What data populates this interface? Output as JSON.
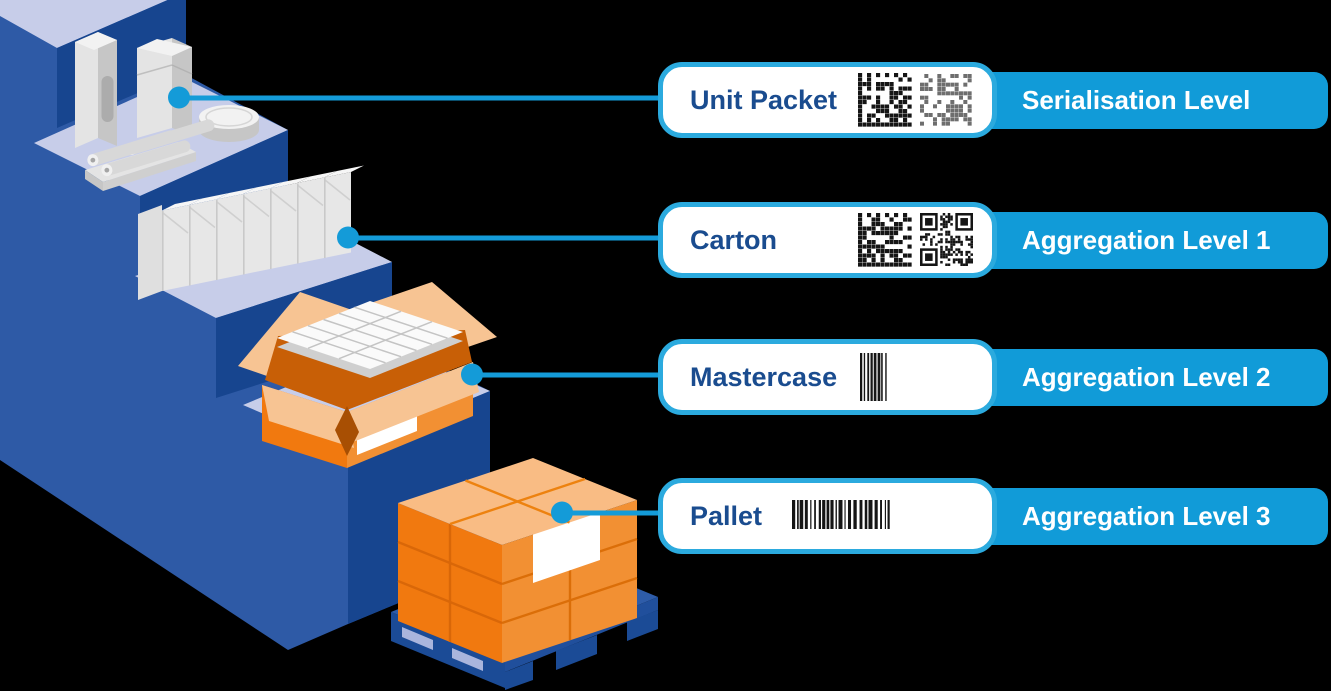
{
  "colors": {
    "background": "#000000",
    "accent": "#149bd8",
    "ribbon_bg": "#119bd8",
    "ribbon_text": "#ffffff",
    "card_bg": "#ffffff",
    "card_border": "#2baade",
    "label_text": "#1a4c8f",
    "face_light": "#2e5aa6",
    "face_dark": "#17458f",
    "platform": "#c7cde9",
    "orange_front": "#f1790f",
    "orange_side": "#f29033",
    "orange_top": "#f9bc84",
    "flap": "#f7c493",
    "pallet_blue": "#1b4b96"
  },
  "rows": [
    {
      "label": "Unit Packet",
      "ribbon": "Serialisation Level",
      "codes": [
        {
          "icon": "datamatrix-icon",
          "variant": "dark"
        },
        {
          "icon": "datamatrix-icon",
          "variant": "light"
        }
      ]
    },
    {
      "label": "Carton",
      "ribbon": "Aggregation Level 1",
      "codes": [
        {
          "icon": "datamatrix-icon",
          "variant": "dark"
        },
        {
          "icon": "qr-code-icon",
          "variant": "dark"
        }
      ]
    },
    {
      "label": "Mastercase",
      "ribbon": "Aggregation Level 2",
      "codes": [
        {
          "icon": "barcode-icon",
          "variant": "narrow"
        }
      ]
    },
    {
      "label": "Pallet",
      "ribbon": "Aggregation Level 3",
      "codes": [
        {
          "icon": "barcode-icon",
          "variant": "wide"
        }
      ]
    }
  ],
  "illustration": {
    "levels": [
      "unit-packet",
      "carton",
      "mastercase",
      "pallet"
    ]
  }
}
